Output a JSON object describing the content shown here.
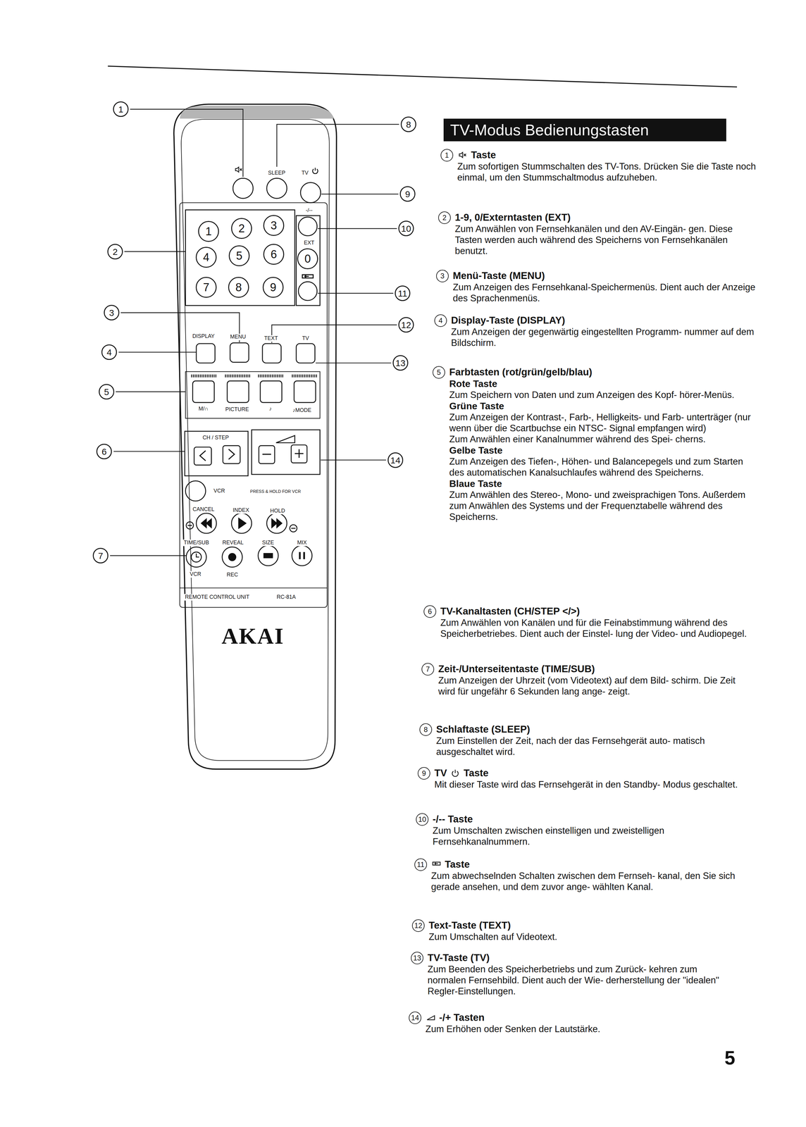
{
  "diagram": {
    "nodes": [
      {
        "text": [
          "TV-Modus Bedienungstasten"
        ]
      },
      {
        "text": [
          "AKAI"
        ]
      },
      {
        "text": [
          "1"
        ],
        "in": 1
      },
      {
        "text": [
          "2"
        ],
        "in": 1
      },
      {
        "text": [
          "3"
        ],
        "in": 1
      },
      {
        "text": [
          "4"
        ],
        "in": 1
      },
      {
        "text": [
          "5"
        ],
        "in": 1
      },
      {
        "text": [
          "6"
        ],
        "in": 1
      },
      {
        "text": [
          "7"
        ],
        "in": 1
      },
      {
        "text": [
          "8"
        ],
        "in": 1
      },
      {
        "text": [
          "9"
        ],
        "in": 1
      },
      {
        "text": [
          "0"
        ],
        "in": 1
      }
    ],
    "labels": [
      "1",
      "2",
      "3",
      "4",
      "5",
      "6",
      "7",
      "8",
      "9",
      "10",
      "11",
      "12",
      "13",
      "14",
      "SLEEP",
      "TV",
      "-/--",
      "EXT",
      "DISPLAY",
      "MENU",
      "TEXT",
      "TV",
      "M/∩",
      "PICTURE",
      "♪",
      "♪MODE",
      "CH / STEP",
      "VCR",
      "PRESS & HOLD FOR VCR",
      "CANCEL",
      "INDEX",
      "HOLD",
      "TIME/SUB",
      "REVEAL",
      "SIZE",
      "MIX",
      "VCR",
      "REC",
      "REMOTE CONTROL UNIT",
      "RC-81A",
      "1",
      "Taste",
      "Zum sofortigen Stummschalten des TV-Tons. Drücken Sie die Taste noch einmal, um den Stummschaltmodus aufzuheben.",
      "2",
      "1-9, 0/Externtasten (EXT)",
      "Zum Anwählen von Fernsehkanälen und den AV-Eingän- gen. Diese Tasten werden auch während des Speicherns von Fernsehkanälen benutzt.",
      "3",
      "Menü-Taste (MENU)",
      "Zum Anzeigen des Fernsehkanal-Speichermenüs. Dient auch der Anzeige des Sprachenmenüs.",
      "4",
      "Display-Taste (DISPLAY)",
      "Zum Anzeigen der gegenwärtig eingestellten Programm- nummer auf dem Bildschirm.",
      "5",
      "Farbtasten (rot/grün/gelb/blau)",
      "Rote Taste",
      "Zum Speichern von Daten und zum Anzeigen des Kopf- hörer-Menüs.",
      "Grüne Taste",
      "Zum Anzeigen der Kontrast-, Farb-, Helligkeits- und Farb- unterträger (nur wenn über die Scartbuchse ein NTSC- Signal empfangen wird)",
      "Zum Anwählen einer Kanalnummer während des Spei- cherns.",
      "Gelbe Taste",
      "Zum Anzeigen des Tiefen-, Höhen- und Balancepegels und zum Starten des automatischen Kanalsuchlaufes während des Speicherns.",
      "Blaue Taste",
      "Zum Anwählen des Stereo-, Mono- und zweisprachigen Tons. Außerdem zum Anwählen des Systems und der Frequenztabelle während des Speicherns.",
      "6",
      "TV-Kanaltasten (CH/STEP </>)",
      "Zum Anwählen von Kanälen und für die Feinabstimmung während des Speicherbetriebes. Dient auch der Einstel- lung der Video- und Audiopegel.",
      "7",
      "Zeit-/Unterseitentaste (TIME/SUB)",
      "Zum Anzeigen der Uhrzeit (vom Videotext) auf dem Bild- schirm. Die Zeit wird für ungefähr 6 Sekunden lang ange- zeigt.",
      "8",
      "Schlaftaste (SLEEP)",
      "Zum Einstellen der Zeit, nach der das Fernsehgerät auto- matisch ausgeschaltet wird.",
      "9",
      "TV",
      "Taste",
      "Mit dieser Taste wird das Fernsehgerät in den Standby- Modus geschaltet.",
      "10",
      "-/-- Taste",
      "Zum Umschalten zwischen einstelligen und zweistelligen Fernsehkanalnummern.",
      "11",
      "Taste",
      "Zum abwechselnden Schalten zwischen dem Fernseh- kanal, den Sie sich gerade ansehen, und dem zuvor ange- wählten Kanal.",
      "12",
      "Text-Taste (TEXT)",
      "Zum Umschalten auf Videotext.",
      "13",
      "TV-Taste (TV)",
      "Zum Beenden des Speicherbetriebs und zum Zurück- kehren zum normalen Fernsehbild. Dient auch der Wie- derherstellung der \"idealen\" Regler-Einstellungen.",
      "14",
      "-/+ Tasten",
      "Zum Erhöhen oder Senken der Lautstärke.",
      "5"
    ]
  }
}
